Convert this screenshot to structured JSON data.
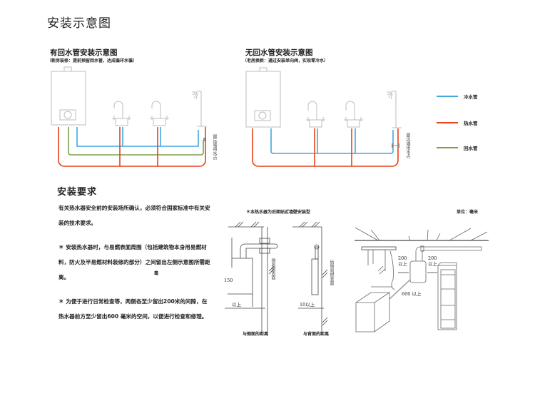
{
  "page": {
    "title": "安装示意图"
  },
  "diagram_with_return": {
    "title": "有回水管安装示意图",
    "note": "（新房装修：提前预留回水管，达成循环水循）",
    "far_point_label": "最远端用水点"
  },
  "diagram_without_return": {
    "title": "无回水管安装示意图",
    "note": "（老房换新：通过安装单向阀，实现零冷水）",
    "far_point_label": "最远端用水点"
  },
  "legend": {
    "items": [
      {
        "label": "冷水管",
        "color": "#3fa9e0"
      },
      {
        "label": "热水管",
        "color": "#e8401c"
      },
      {
        "label": "回水管",
        "color": "#7aa04a"
      }
    ]
  },
  "requirements": {
    "title": "安装要求",
    "intro": "有关热水器安全前的安装场所确认，必须符合国家标准中有关安装的技术要求。",
    "point1": "＊ 安装热水器时，与易燃表面周围（包括建筑物本身用易燃材料，防火及半易燃材料装修的部分）之间留出左侧示意图所需距离。",
    "point1_stray": "毫",
    "point2": "＊ 为便于进行日常检查等，两侧各至少留出200米的间隙，在热水器前方至少留出600 毫米的空间，以便进行检查和修理。"
  },
  "clearance": {
    "mount_note": "＊本热水器为后面贴近墙壁安装型",
    "unit": "单位：毫米",
    "side": {
      "distance_value": "150",
      "distance_suffix": "以上",
      "surface_label": "侧易燃表面",
      "caption": "与侧面的距离"
    },
    "back": {
      "distance_label": "10以上",
      "surface_label": "后侧易燃表面",
      "caption": "与背面的距离"
    },
    "room": {
      "left_gap": "200",
      "left_gap_suffix": "以上",
      "right_gap": "200",
      "right_gap_suffix": "以上",
      "front_gap": "600 以上"
    }
  }
}
